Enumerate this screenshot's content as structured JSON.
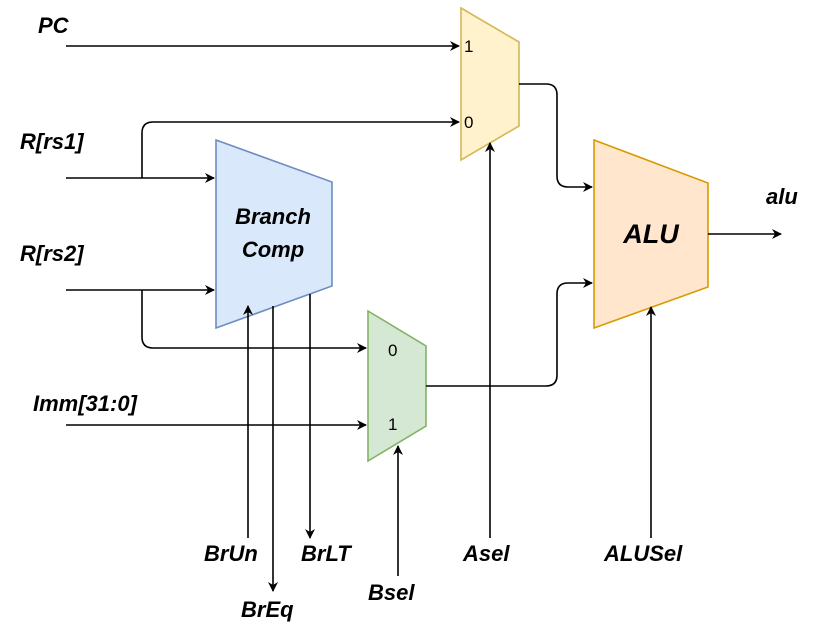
{
  "inputs": {
    "pc": "PC",
    "rs1": "R[rs1]",
    "rs2": "R[rs2]",
    "imm": "Imm[31:0]"
  },
  "blocks": {
    "branch_comp": {
      "line1": "Branch",
      "line2": "Comp",
      "fill": "#dae8fc",
      "stroke": "#6c8ebf"
    },
    "alu": {
      "label": "ALU",
      "fill": "#ffe6cc",
      "stroke": "#d79b00"
    },
    "amux": {
      "port1": "1",
      "port0": "0",
      "fill": "#fff2cc",
      "stroke": "#d6b656"
    },
    "bmux": {
      "port0": "0",
      "port1": "1",
      "fill": "#d5e8d4",
      "stroke": "#82b366"
    }
  },
  "controls": {
    "brun": "BrUn",
    "breq": "BrEq",
    "brlt": "BrLT",
    "bsel": "Bsel",
    "asel": "Asel",
    "alusel": "ALUSel"
  },
  "output": {
    "alu": "alu"
  }
}
